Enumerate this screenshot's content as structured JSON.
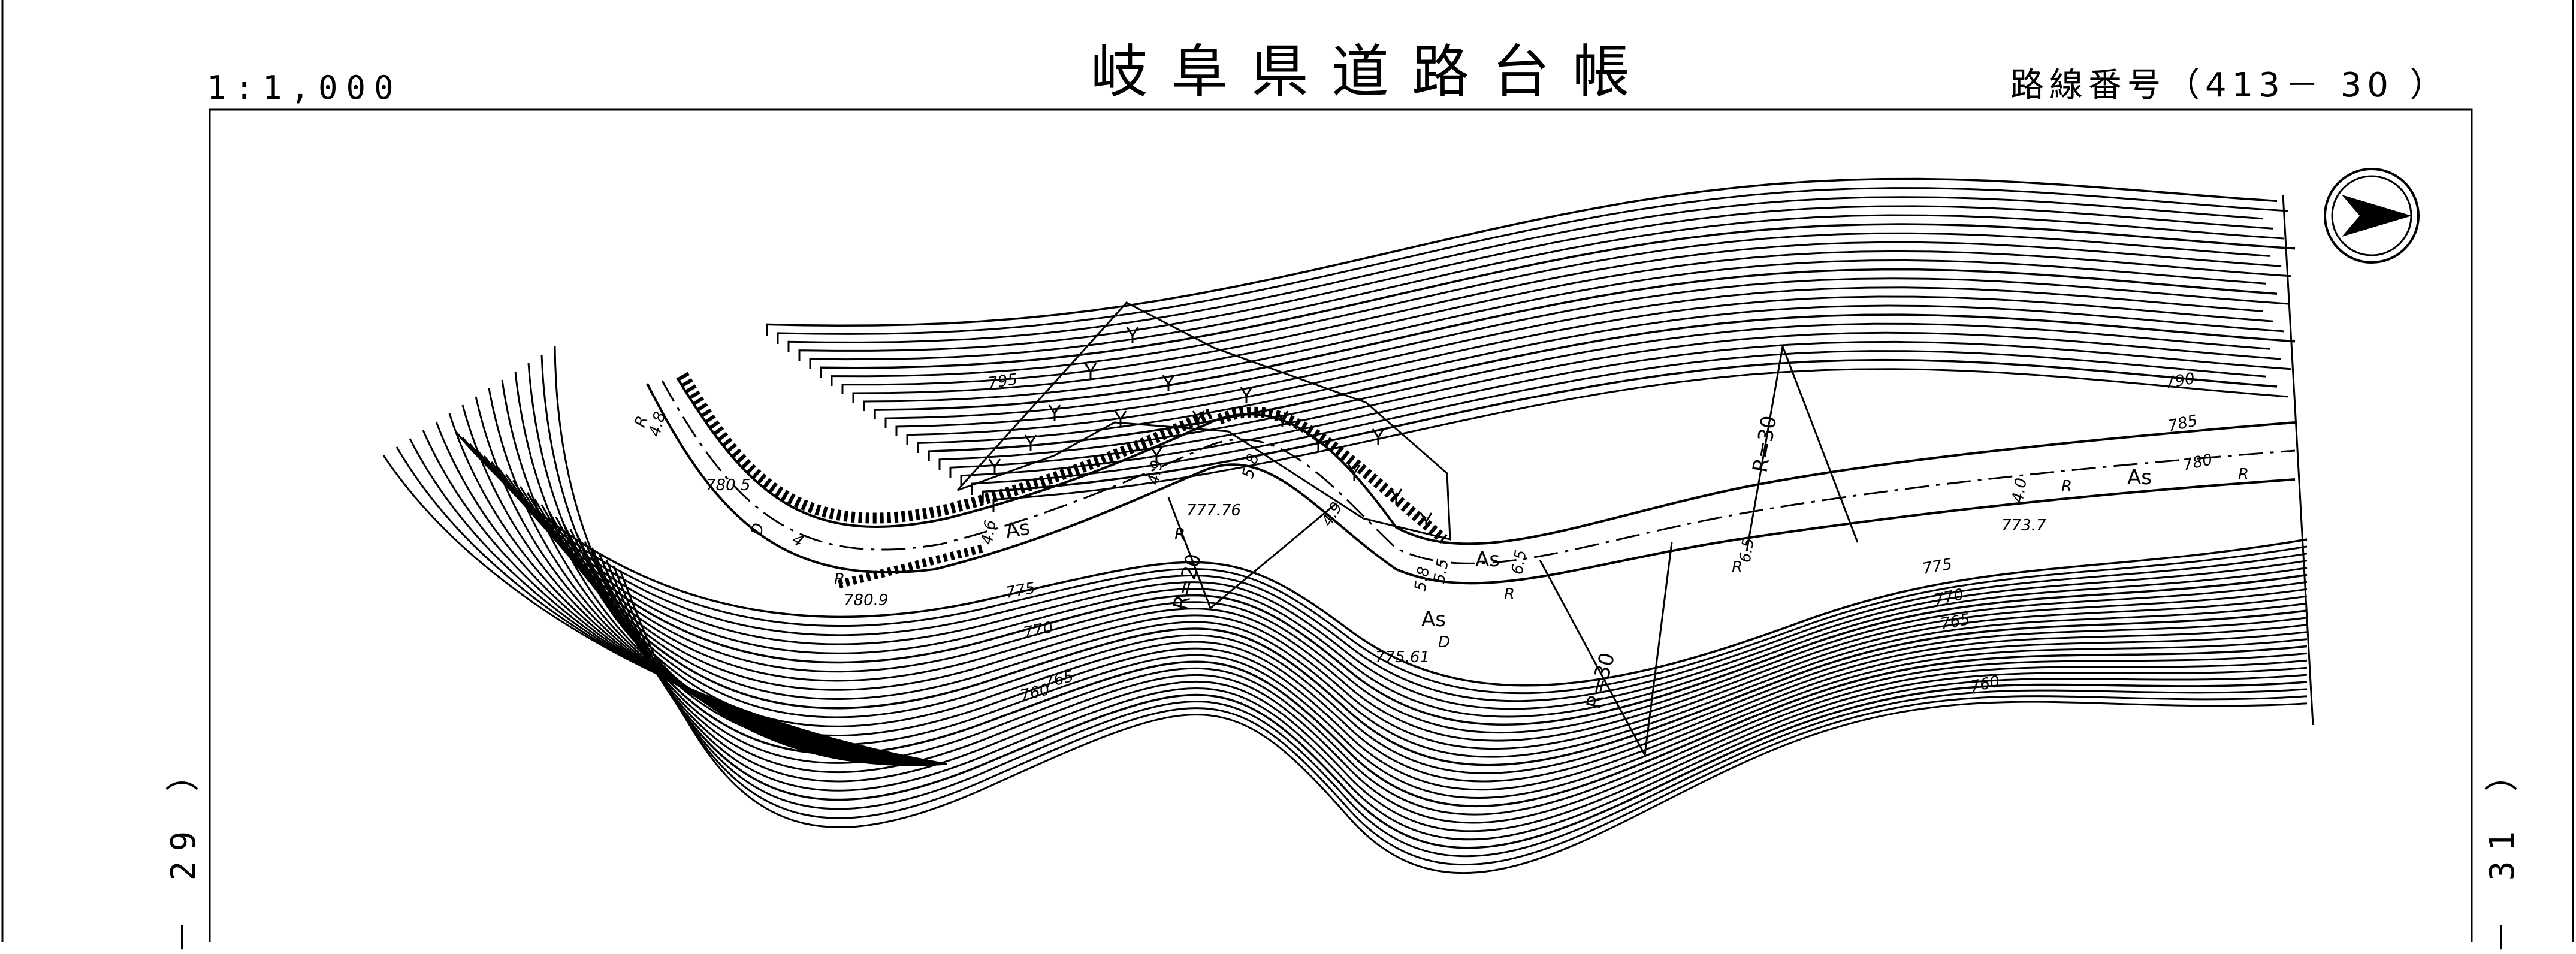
{
  "sheet": {
    "title": "岐阜県道路台帳",
    "scale": "1:1,000",
    "route_number": "路線番号（413－ 30 ）",
    "prev_sheet": "－ 29 ）",
    "next_sheet": "－ 31 ）"
  },
  "map": {
    "north_arrow_icon": "north-arrow-icon",
    "contour_labels": [
      "795",
      "790",
      "785",
      "780",
      "775",
      "770",
      "765",
      "760",
      "775",
      "770",
      "765",
      "760"
    ],
    "elevation_points": [
      "780.5",
      "780.9",
      "777.76",
      "775.61",
      "773.7"
    ],
    "pavement_labels": [
      "As",
      "As",
      "As",
      "As"
    ],
    "curve_radii": [
      "R=20",
      "R=30",
      "R=30"
    ],
    "width_labels": [
      "4.6",
      "4.8",
      "4.9",
      "4.9",
      "5.8",
      "5.8",
      "5.5",
      "6.5",
      "6.5",
      "4.0",
      "4"
    ],
    "symbol_labels": [
      "R",
      "R",
      "R",
      "R",
      "R",
      "R",
      "D",
      "D",
      "R"
    ],
    "colors": {
      "ink": "#000000",
      "background": "#ffffff"
    }
  }
}
